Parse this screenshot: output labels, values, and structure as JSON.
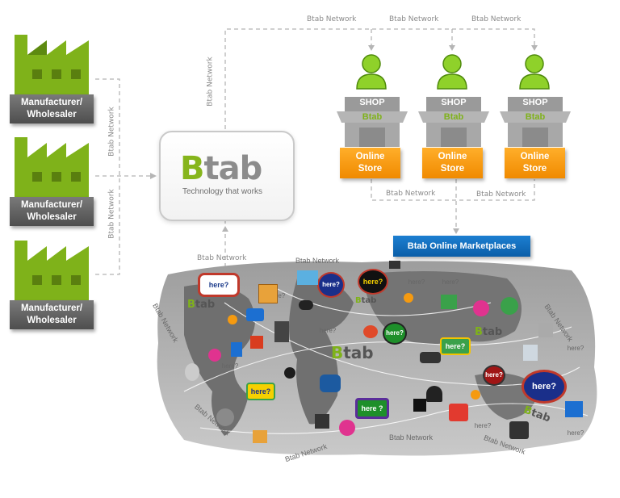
{
  "factories": [
    {
      "label": "Manufacturer/\nWholesaler",
      "line1": "Manufacturer/",
      "line2": "Wholesaler"
    },
    {
      "label": "Manufacturer/\nWholesaler",
      "line1": "Manufacturer/",
      "line2": "Wholesaler"
    },
    {
      "label": "Manufacturer/\nWholesaler",
      "line1": "Manufacturer/",
      "line2": "Wholesaler"
    }
  ],
  "center": {
    "logo_b": "B",
    "logo_rest": "tab",
    "tagline": "Technology that works"
  },
  "shops": [
    {
      "sign": "SHOP",
      "sign_sub": "Btab",
      "button_line1": "Online",
      "button_line2": "Store"
    },
    {
      "sign": "SHOP",
      "sign_sub": "Btab",
      "button_line1": "Online",
      "button_line2": "Store"
    },
    {
      "sign": "SHOP",
      "sign_sub": "Btab",
      "button_line1": "Online",
      "button_line2": "Store"
    }
  ],
  "network_label": "Btab Network",
  "marketplaces_banner": "Btab Online Marketplaces",
  "bubble_text": "here?",
  "bubble_text_q": "here ?",
  "map_btab": {
    "b": "B",
    "rest": "tab"
  },
  "colors": {
    "brand_green": "#86b51c",
    "orange": "#f59a10",
    "blue": "#0b5ea8",
    "gray": "#6e6e6e"
  }
}
